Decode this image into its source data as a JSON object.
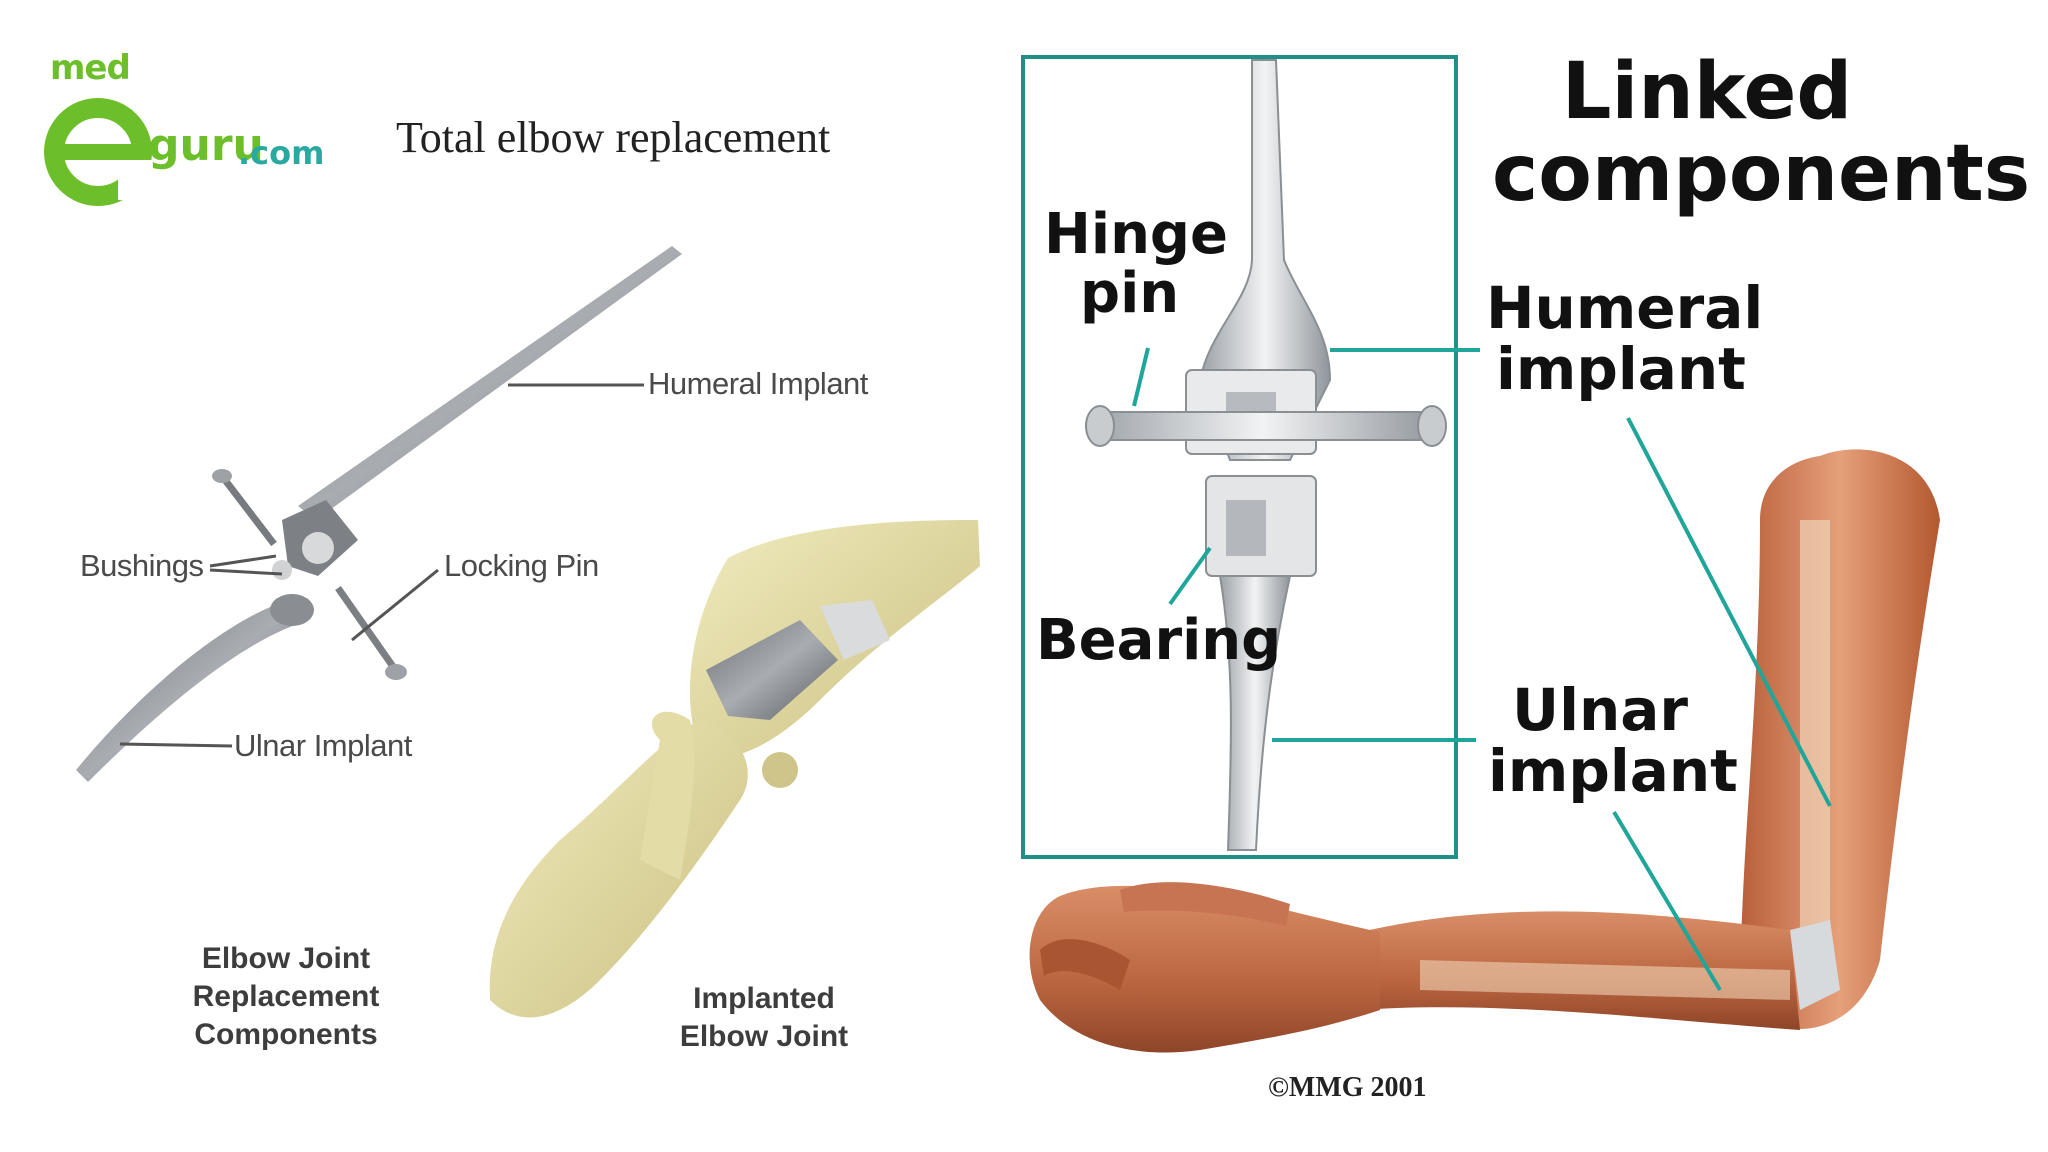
{
  "logo": {
    "med": "med",
    "guru": "guru",
    "com": ".com"
  },
  "title": "Total elbow replacement",
  "left_diagram": {
    "labels": {
      "humeral_implant": "Humeral Implant",
      "bushings": "Bushings",
      "locking_pin": "Locking Pin",
      "ulnar_implant": "Ulnar Implant"
    },
    "captions": {
      "components": [
        "Elbow Joint",
        "Replacement",
        "Components"
      ],
      "implanted": [
        "Implanted",
        "Elbow Joint"
      ]
    }
  },
  "right_diagram": {
    "heading": [
      "Linked",
      "components"
    ],
    "labels": {
      "hinge_pin": [
        "Hinge",
        "pin"
      ],
      "bearing": "Bearing",
      "humeral_implant": [
        "Humeral",
        "implant"
      ],
      "ulnar_implant": [
        "Ulnar",
        "implant"
      ]
    },
    "copyright": "©MMG 2001"
  },
  "colors": {
    "logo_green": "#6cbf2a",
    "logo_teal": "#2aa9a0",
    "frame_teal": "#1f8f8a",
    "leader_teal": "#1fa59a"
  }
}
